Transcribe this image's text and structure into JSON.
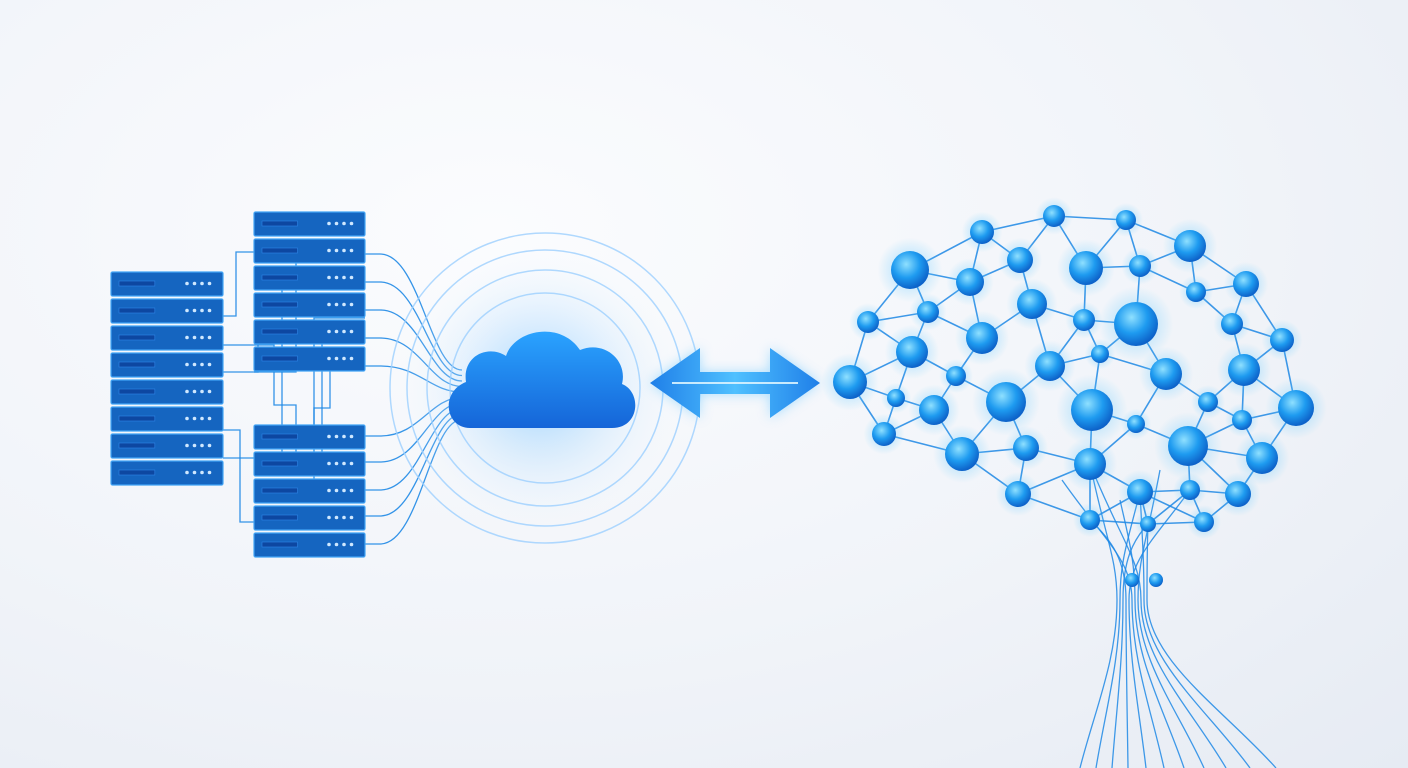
{
  "theme": {
    "background": "#eef2f8",
    "server_fill": "#1565c0",
    "server_slot": "#0d47a1",
    "server_stroke": "#42a5f5",
    "wire": "#1e88e5",
    "cloud": "#1e88e5",
    "arrow": "#1e88e5",
    "neuron": "#1e88e5",
    "neuron_light": "#4fc3f7",
    "synapse": "#1e88e5"
  },
  "diagram": {
    "nodes": [
      {
        "name": "server-rack-left",
        "icon": "server-rack-icon"
      },
      {
        "name": "server-rack-top",
        "icon": "server-rack-icon"
      },
      {
        "name": "server-rack-bottom",
        "icon": "server-rack-icon"
      },
      {
        "name": "cloud",
        "icon": "cloud-icon"
      },
      {
        "name": "neural-brain",
        "icon": "brain-network-icon"
      }
    ],
    "connections": [
      {
        "from": "server-racks",
        "to": "cloud",
        "style": "wires"
      },
      {
        "from": "cloud",
        "to": "neural-brain",
        "style": "bidirectional-arrow"
      }
    ]
  }
}
